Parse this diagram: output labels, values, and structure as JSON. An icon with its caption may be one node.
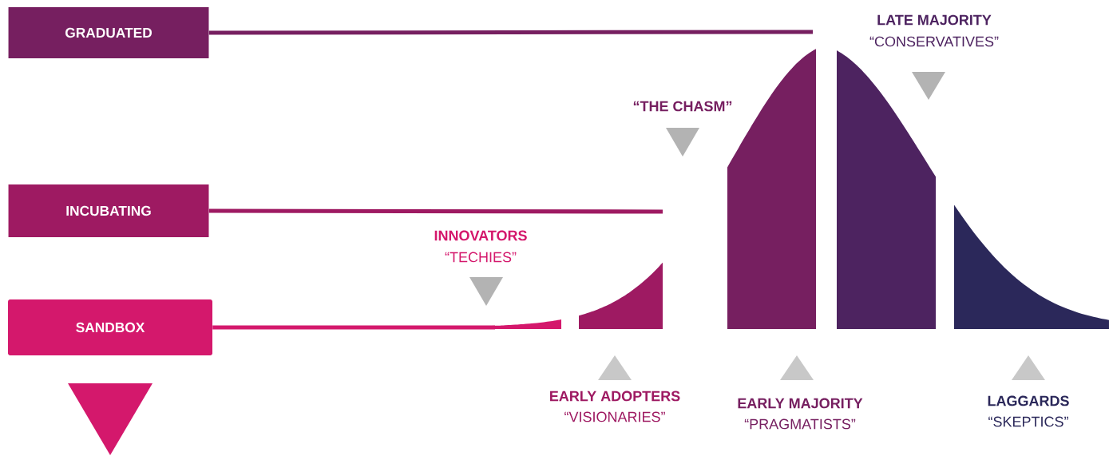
{
  "diagram": {
    "nodes": [
      {
        "text": [
          "GRADUATED"
        ]
      },
      {
        "text": [
          "INCUBATING"
        ]
      },
      {
        "text": [
          "SANDBOX"
        ]
      }
    ],
    "edges": [
      {
        "from": 0,
        "to": null,
        "arrow": "none",
        "color": "#761f60"
      },
      {
        "from": 1,
        "to": null,
        "arrow": "none",
        "color": "#9e1a62"
      },
      {
        "from": 2,
        "to": null,
        "arrow": "none",
        "color": "#d4186c"
      }
    ],
    "labels": [
      "LATE MAJORITY",
      "“CONSERVATIVES”",
      "“THE CHASM”",
      "INNOVATORS",
      "“TECHIES”",
      "EARLY ADOPTERS",
      "“VISIONARIES”",
      "EARLY MAJORITY",
      "“PRAGMATISTS”",
      "LAGGARDS",
      "“SKEPTICS”"
    ]
  }
}
